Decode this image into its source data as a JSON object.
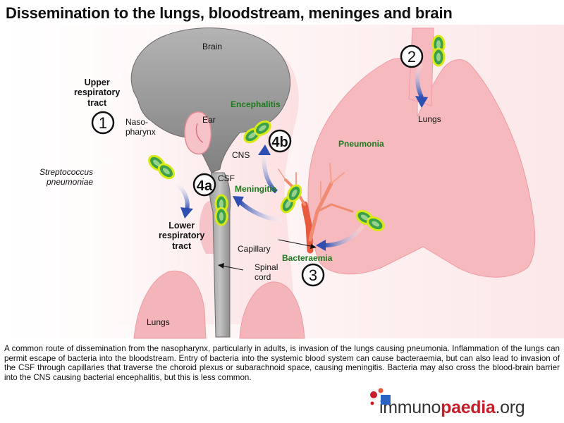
{
  "title": "Dissemination to the lungs, bloodstream, meninges and brain",
  "labels": {
    "brain": "Brain",
    "upper_rt": "Upper\nrespiratory\ntract",
    "nasopharynx": "Naso-\npharynx",
    "ear": "Ear",
    "encephalitis": "Encephalitis",
    "cns": "CNS",
    "csf": "CSF",
    "meningitis": "Meningitis",
    "strep": "Streptococcus\npneumoniae",
    "lower_rt": "Lower\nrespiratory\ntract",
    "capillary": "Capillary",
    "bacteraemia": "Bacteraemia",
    "spinal": "Spinal\ncord",
    "lungs_bottom": "Lungs",
    "lungs_right": "Lungs",
    "pneumonia": "Pneumonia"
  },
  "steps": {
    "s1": "1",
    "s2": "2",
    "s3": "3",
    "s4a": "4a",
    "s4b": "4b"
  },
  "caption": "A common route of dissemination from the nasopharynx, particularly in adults, is invasion of the lungs causing pneumonia. Inflammation of the lungs can permit escape of bacteria into the bloodstream. Entry of bacteria into the systemic blood system can cause bacteraemia, but can also lead to invasion of the CSF through capillaries that traverse the choroid plexus or subarachnoid space, causing meningitis. Bacteria may also cross the blood-brain barrier into the CNS causing bacterial encephalitis, but this is less common.",
  "logo": {
    "a": "immuno",
    "b": "paedia",
    "c": ".org"
  },
  "colors": {
    "tissue": "#f7c3c6",
    "tissue_dark": "#ee9aa0",
    "brain": "#9a9a9a",
    "bacteria_border": "#d8e816",
    "bacteria_fill": "#3aa04a",
    "arrow": "#3a55b0",
    "green_label": "#1e7a1e"
  }
}
